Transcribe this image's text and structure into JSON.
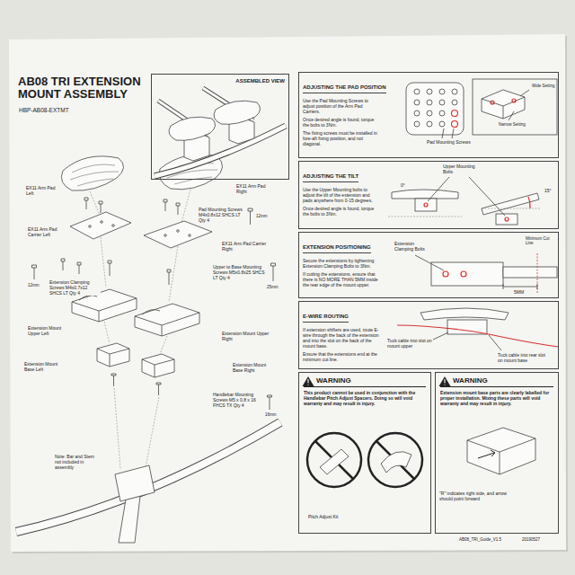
{
  "diagram": {
    "title": "AB08 TRI EXTENSION MOUNT ASSEMBLY",
    "nodes": [
      {
        "text": [
          "ASSEMBLED VIEW"
        ]
      },
      {
        "text": [
          "ADJUSTING THE PAD POSITION",
          "Use the Pad Mounting Screws to adjust position of the Arm Pad Carriers.",
          "Once desired angle is found, torque the bolts to 3Nm.",
          "The fixing screws must be installed in fore-aft fixing position, and not diagonal."
        ]
      },
      {
        "text": [
          "ADJUSTING THE TILT",
          "Use the Upper Mounting bolts to adjust the tilt of the extension and pads anywhere from 0-15 degrees.",
          "Once desired angle is found, torque the bolts to 3Nm."
        ]
      },
      {
        "text": [
          "EXTENSION POSITIONING",
          "Secure the extensions by tightening Extension Clamping Bolts to 3Nm.",
          "If cutting the extensions, ensure that there is NO MORE THAN 5MM inside the rear edge of the mount upper."
        ]
      },
      {
        "text": [
          "E-WIRE ROUTING",
          "If extension shifters are used, route E-wire through the back of the extension and into the slot on the back of the mount base.",
          "Ensure that the extensions end at the minimum cut line."
        ]
      },
      {
        "text": [
          "WARNING",
          "This product cannot be used in conjunction with the Handlebar Pitch Adjust Spacers. Doing so will void warranty and may result in injury."
        ]
      },
      {
        "text": [
          "WARNING",
          "Extension mount base parts are clearly labelled for proper installation. Mixing these parts will void warranty and may result in injury."
        ]
      }
    ],
    "labels": [
      "HBP-AB08-EXTMT",
      "EX11 Arm Pad Left",
      "EX11 Arm Pad Right",
      "Pad Mounting Screws M4x0.8x12 SHCS LT Qty 4",
      "12mm",
      "EX11 Arm Pad Carrier Left",
      "EX11 Arm Pad Carrier Right",
      "Upper to Base Mounting Screws M5x0.8x25 SHCS LT Qty 4",
      "25mm",
      "12mm",
      "Extension Clamping Screws M4x0.7x12 SHCS LT Qty 4",
      "Extension Mount Upper Left",
      "Extension Mount Upper Right",
      "Extension Mount Base Left",
      "Extension Mount Base Right",
      "Handlebar Mounting Screws M5 x 0.8 x 16 FHCS TX Qty 4",
      "16mm",
      "Note: Bar and Stem not included in assembly",
      "Pad Mounting Screws",
      "Wide Setting",
      "Narrow Setting",
      "Upper Mounting Bolts",
      "0°",
      "15°",
      "Extension Clamping Bolts",
      "Minimum Cut Line",
      "5MM",
      "Tuck cable into slot on mount upper",
      "Tuck cable into rear slot on mount base",
      "Pitch Adjust Kit",
      "\"R\" indicates right side, and arrow should point forward",
      "AB08_TRI_Guide_V1.5",
      "20190527"
    ]
  }
}
